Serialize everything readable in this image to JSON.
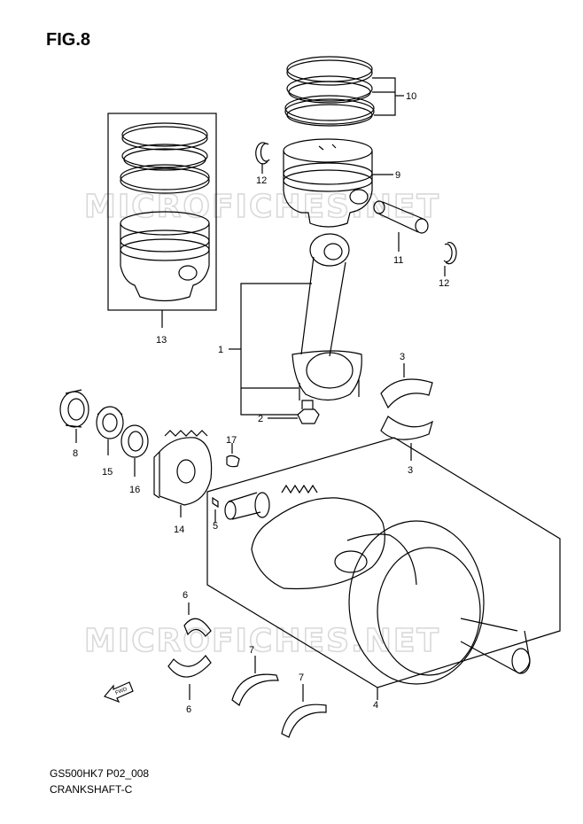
{
  "figure": {
    "title": "FIG.8"
  },
  "watermark": {
    "text": "MICROFICHES.NET"
  },
  "footer": {
    "code": "GS500HK7 P02_008",
    "caption": "CRANKSHAFT-C"
  },
  "fwd_label": "FWD",
  "callouts": {
    "c1": "1",
    "c2": "2",
    "c3a": "3",
    "c3b": "3",
    "c4": "4",
    "c5": "5",
    "c6a": "6",
    "c6b": "6",
    "c7a": "7",
    "c7b": "7",
    "c8": "8",
    "c9": "9",
    "c10": "10",
    "c11": "11",
    "c12a": "12",
    "c12b": "12",
    "c13": "13",
    "c14": "14",
    "c15": "15",
    "c16": "16",
    "c17": "17"
  }
}
